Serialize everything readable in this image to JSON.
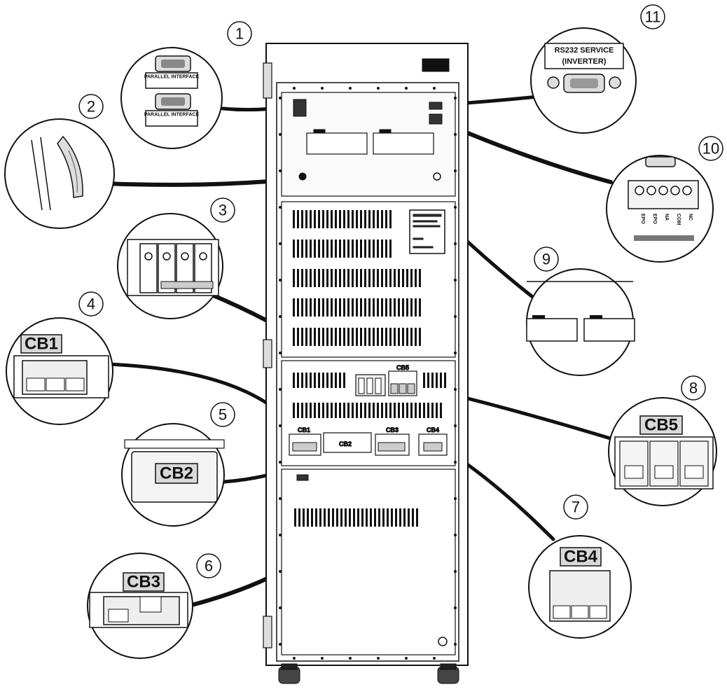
{
  "callouts": [
    {
      "number": "1",
      "labels": [
        "PARALLEL INTERFACE",
        "PARALLEL INTERFACE"
      ]
    },
    {
      "number": "2"
    },
    {
      "number": "3"
    },
    {
      "number": "4",
      "label": "CB1"
    },
    {
      "number": "5",
      "label": "CB2"
    },
    {
      "number": "6",
      "label": "CB3"
    },
    {
      "number": "7",
      "label": "CB4"
    },
    {
      "number": "8",
      "label": "CB5"
    },
    {
      "number": "9"
    },
    {
      "number": "10",
      "terminals": [
        "EPO",
        "EPO",
        "NA",
        "COM",
        "NC"
      ]
    },
    {
      "number": "11",
      "label_line1": "RS232 SERVICE",
      "label_line2": "(INVERTER)"
    }
  ],
  "cabinet_labels": {
    "cb1": "CB1",
    "cb2": "CB2",
    "cb3": "CB3",
    "cb4": "CB4",
    "cb5": "CB5"
  },
  "colors": {
    "line": "#111111",
    "fill": "#ffffff",
    "shade": "#d9d9d9",
    "panel": "#f4f4f4"
  }
}
